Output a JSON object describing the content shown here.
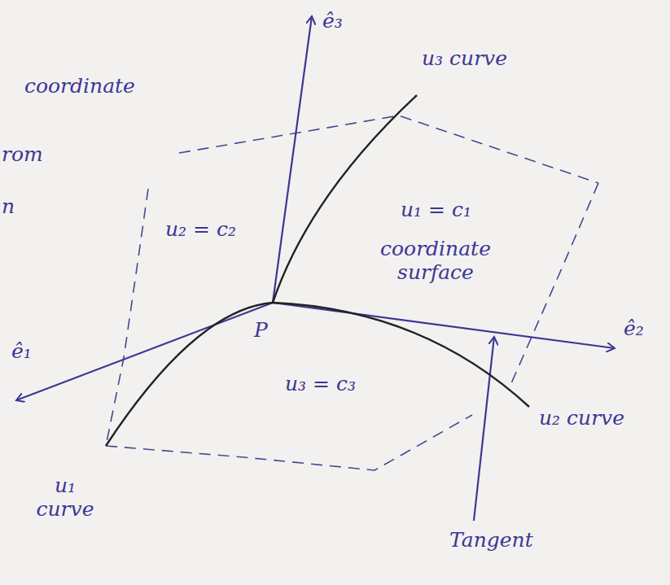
{
  "diagram": {
    "labels": [
      "coordinate",
      "rom",
      "n",
      "ê₃",
      "u₃ curve",
      "u₂ = c₂",
      "u₁ = c₁",
      "coordinate surface",
      "P",
      "ê₂",
      "ê₁",
      "u₃ = c₃",
      "u₂ curve",
      "u₁ curve",
      "Tangent"
    ]
  }
}
